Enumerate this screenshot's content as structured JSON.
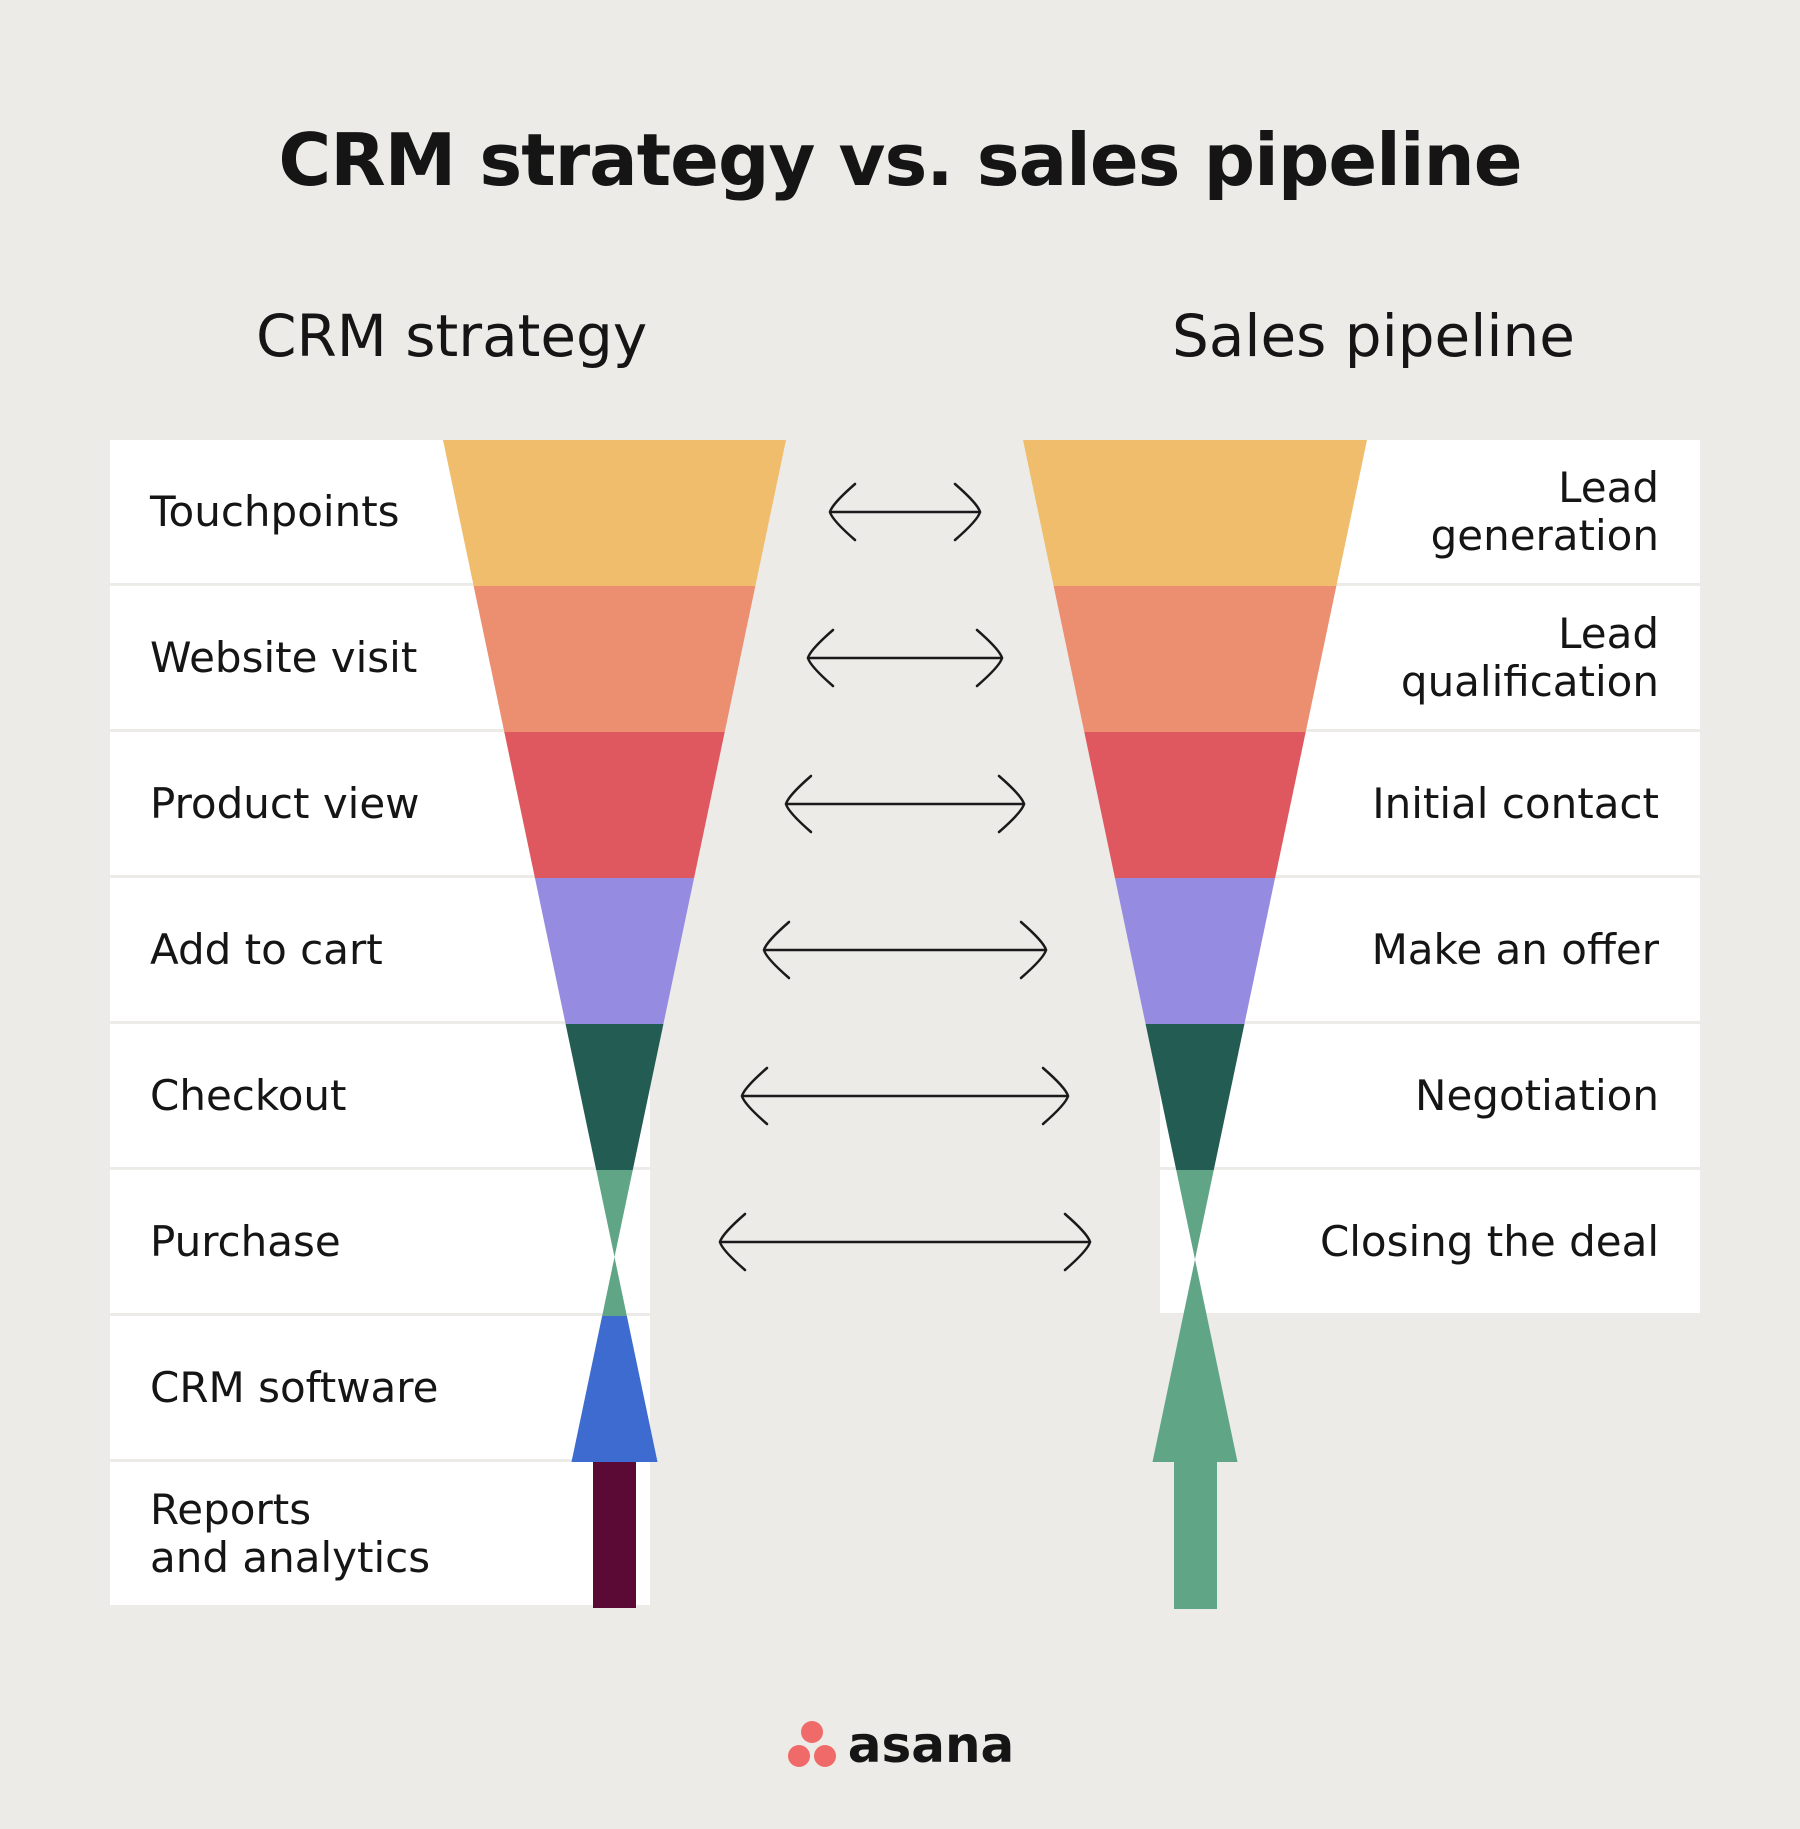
{
  "title": "CRM strategy vs. sales pipeline",
  "left_heading": "CRM strategy",
  "right_heading": "Sales pipeline",
  "crm_stages": [
    {
      "label": "Touchpoints",
      "color": "#f0bd6c"
    },
    {
      "label": "Website visit",
      "color": "#ec8e70"
    },
    {
      "label": "Product view",
      "color": "#e0585f"
    },
    {
      "label": "Add to cart",
      "color": "#958ce2"
    },
    {
      "label": "Checkout",
      "color": "#235c52"
    },
    {
      "label": "Purchase",
      "color": "#60a686"
    },
    {
      "label": "CRM software",
      "color": "#3e6bd0"
    },
    {
      "label": "Reports\nand analytics",
      "color": "#5a0a35"
    }
  ],
  "pipeline_stages": [
    {
      "label": "Lead\ngeneration",
      "color": "#f0bd6c"
    },
    {
      "label": "Lead\nqualification",
      "color": "#ec8e70"
    },
    {
      "label": "Initial contact",
      "color": "#e0585f"
    },
    {
      "label": "Make an offer",
      "color": "#958ce2"
    },
    {
      "label": "Negotiation",
      "color": "#235c52"
    },
    {
      "label": "Closing the deal",
      "color": "#60a686"
    }
  ],
  "brand": {
    "name": "asana",
    "logo_color": "#f06a6a"
  }
}
